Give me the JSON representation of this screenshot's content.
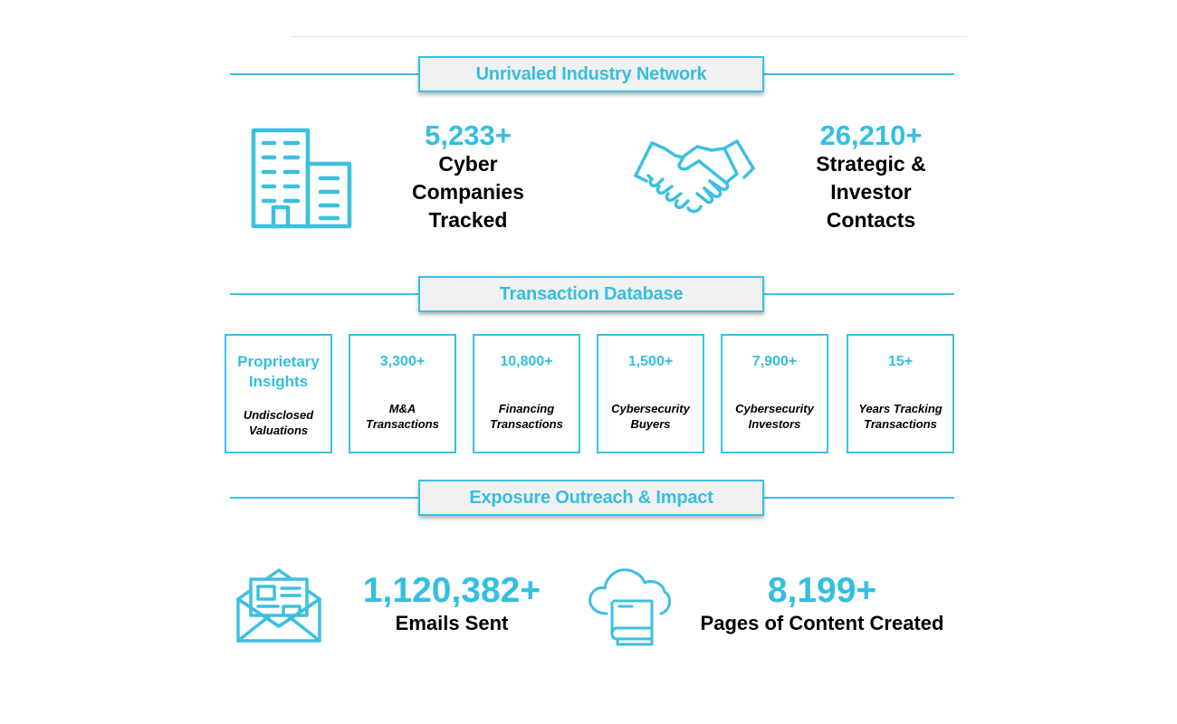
{
  "colors": {
    "accent": "#34bfe0",
    "banner_bg": "#f1f1f1",
    "text": "#000000"
  },
  "sections": [
    {
      "title": "Unrivaled Industry Network"
    },
    {
      "title": "Transaction Database"
    },
    {
      "title": "Exposure Outreach & Impact"
    }
  ],
  "network": [
    {
      "icon": "building-icon",
      "value": "5,233+",
      "label": "Cyber\nCompanies\nTracked"
    },
    {
      "icon": "handshake-icon",
      "value": "26,210+",
      "label": "Strategic &\nInvestor\nContacts"
    }
  ],
  "database": [
    {
      "value": "Proprietary\nInsights",
      "label": "Undisclosed\nValuations"
    },
    {
      "value": "3,300+",
      "label": "M&A\nTransactions"
    },
    {
      "value": "10,800+",
      "label": "Financing\nTransactions"
    },
    {
      "value": "1,500+",
      "label": "Cybersecurity\nBuyers"
    },
    {
      "value": "7,900+",
      "label": "Cybersecurity\nInvestors"
    },
    {
      "value": "15+",
      "label": "Years Tracking\nTransactions"
    }
  ],
  "impact": [
    {
      "icon": "email-newsletter-icon",
      "value": "1,120,382+",
      "label": "Emails Sent"
    },
    {
      "icon": "cloud-book-icon",
      "value": "8,199+",
      "label": "Pages of Content Created"
    }
  ]
}
